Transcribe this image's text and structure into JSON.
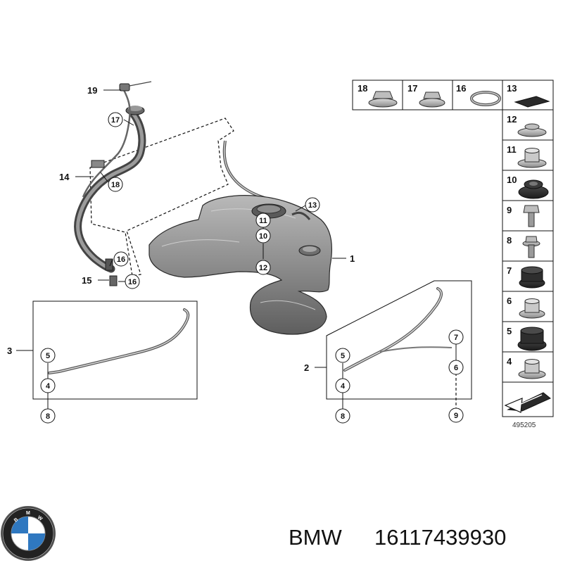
{
  "brand": "BMW",
  "part_number": "16117439930",
  "logo_letters": [
    "B",
    "M",
    "W"
  ],
  "diagram_id": "495205",
  "callouts": [
    "19",
    "17",
    "14",
    "18",
    "16",
    "15",
    "16",
    "13",
    "11",
    "10",
    "12",
    "1",
    "3",
    "5",
    "4",
    "8",
    "2",
    "5",
    "4",
    "8",
    "7",
    "6",
    "9"
  ],
  "parts_table": [
    "18",
    "17",
    "16",
    "13",
    "12",
    "11",
    "10",
    "9",
    "8",
    "7",
    "6",
    "5",
    "4"
  ],
  "colors": {
    "line": "#111111",
    "part_gray": "#8a8a8a",
    "part_dark": "#333333"
  }
}
